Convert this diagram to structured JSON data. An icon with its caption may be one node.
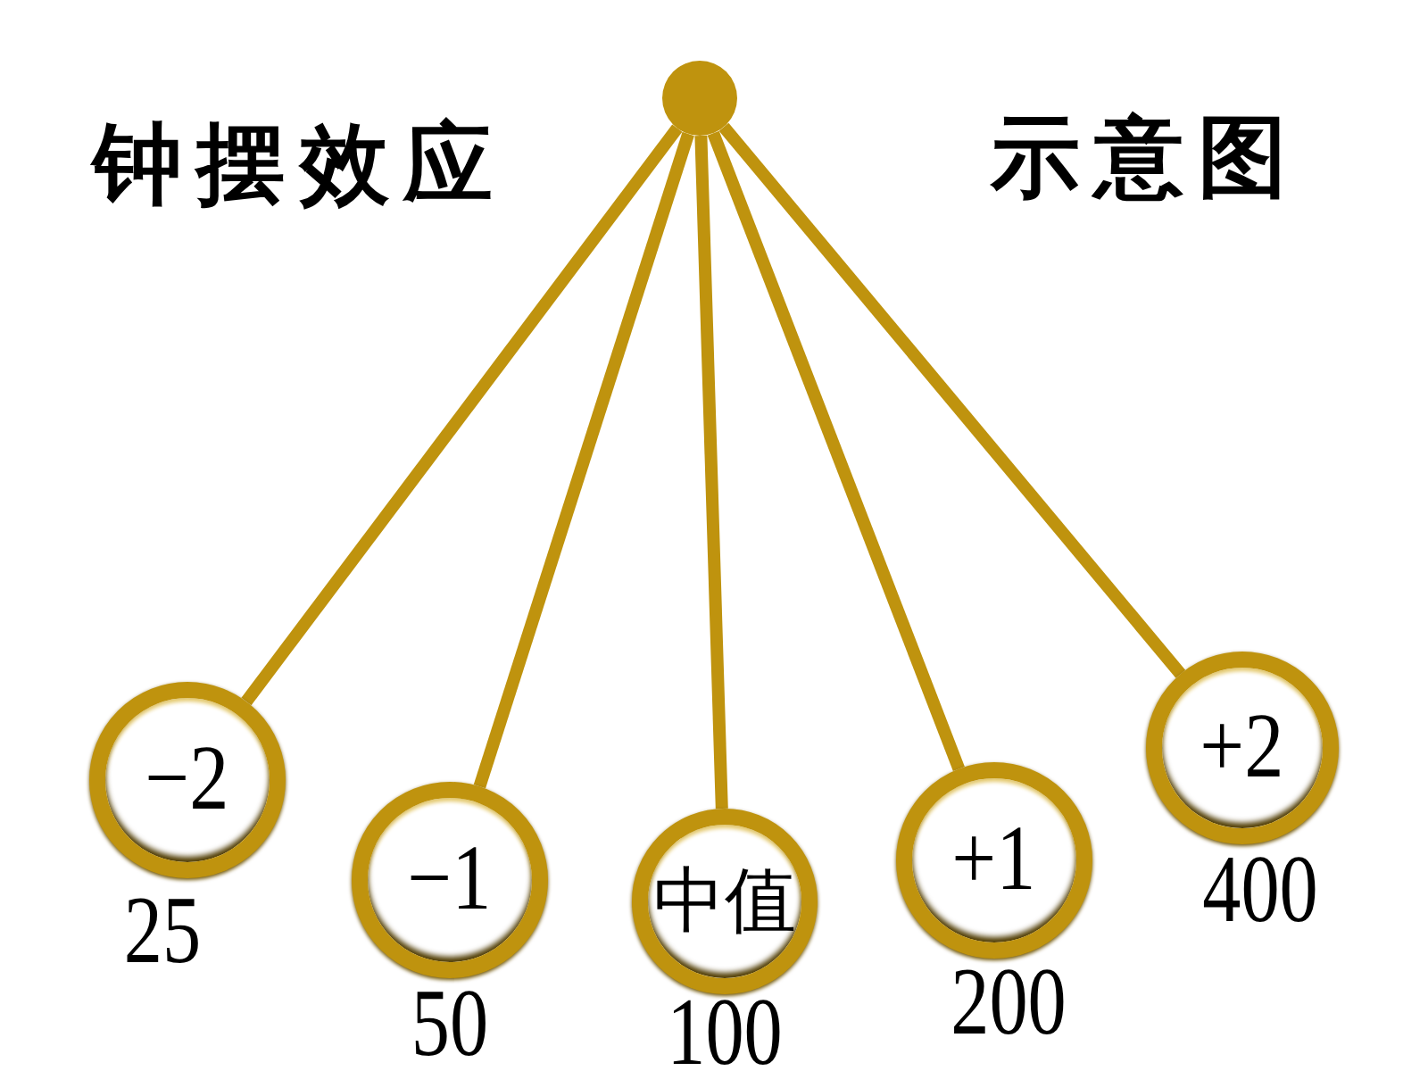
{
  "diagram": {
    "nodes": [
      {
        "text": [],
        "shape": "circle"
      },
      {
        "text": [
          "−2"
        ],
        "beside": [
          "25"
        ]
      },
      {
        "text": [
          "−1"
        ],
        "beside": [
          "50"
        ]
      },
      {
        "text": [
          "中值"
        ],
        "beside": [
          "100"
        ]
      },
      {
        "text": [
          "+1"
        ],
        "beside": [
          "200"
        ]
      },
      {
        "text": [
          "+2"
        ],
        "beside": [
          "400"
        ]
      }
    ],
    "edges": [
      {
        "from": 0,
        "to": 1,
        "arrow": "none"
      },
      {
        "from": 0,
        "to": 2,
        "arrow": "none"
      },
      {
        "from": 0,
        "to": 3,
        "arrow": "none"
      },
      {
        "from": 0,
        "to": 4,
        "arrow": "none"
      },
      {
        "from": 0,
        "to": 5,
        "arrow": "none"
      }
    ],
    "labels": [
      "钟摆效应",
      "示意图"
    ]
  }
}
